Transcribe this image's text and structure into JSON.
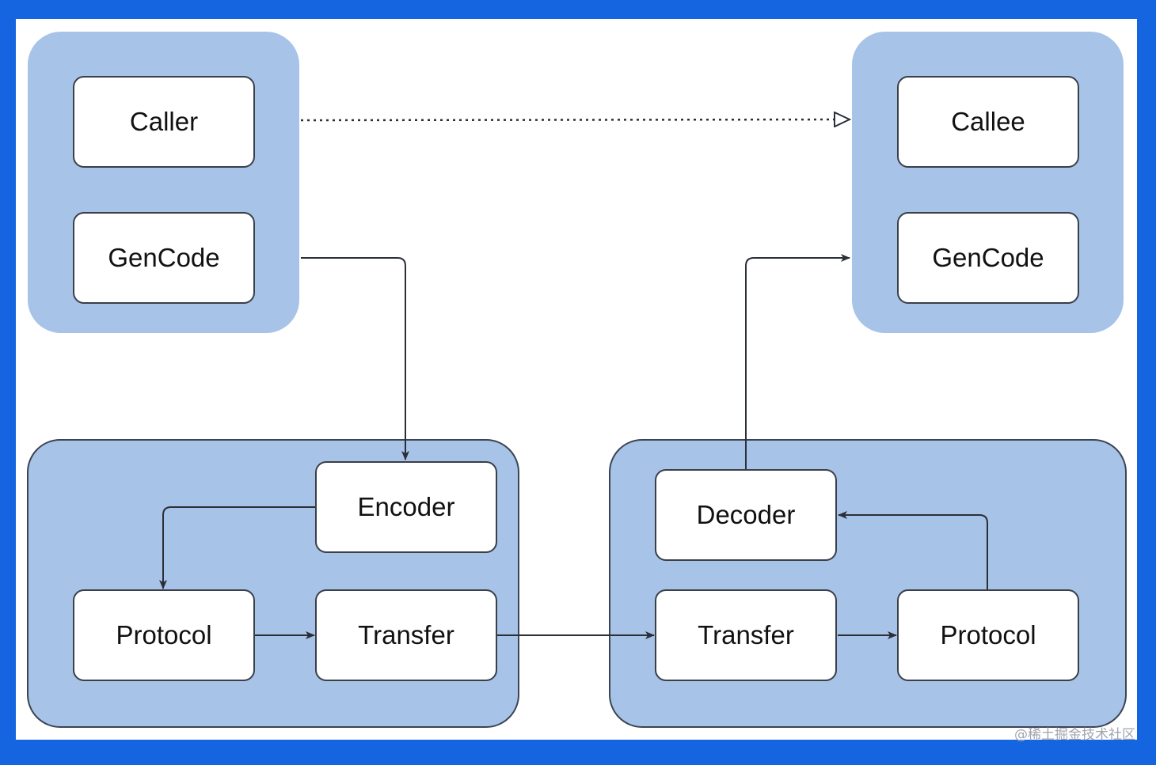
{
  "groups": {
    "caller_side": {
      "caller": "Caller",
      "gencode": "GenCode"
    },
    "callee_side": {
      "callee": "Callee",
      "gencode": "GenCode"
    },
    "client_stack": {
      "encoder": "Encoder",
      "protocol": "Protocol",
      "transfer": "Transfer"
    },
    "server_stack": {
      "decoder": "Decoder",
      "transfer": "Transfer",
      "protocol": "Protocol"
    }
  },
  "edges": [
    {
      "from": "Caller",
      "to": "Callee",
      "style": "dotted"
    },
    {
      "from": "GenCode (caller)",
      "to": "Encoder",
      "style": "solid"
    },
    {
      "from": "Encoder",
      "to": "Protocol (client)",
      "style": "solid"
    },
    {
      "from": "Protocol (client)",
      "to": "Transfer (client)",
      "style": "solid"
    },
    {
      "from": "Transfer (client)",
      "to": "Transfer (server)",
      "style": "solid"
    },
    {
      "from": "Transfer (server)",
      "to": "Protocol (server)",
      "style": "solid"
    },
    {
      "from": "Protocol (server)",
      "to": "Decoder",
      "style": "solid"
    },
    {
      "from": "Decoder",
      "to": "GenCode (callee)",
      "style": "solid"
    }
  ],
  "colors": {
    "background": "#1565e0",
    "group_fill": "#a7c3e8",
    "node_fill": "#ffffff",
    "edge": "#2b2f36"
  },
  "watermark": "@稀土掘金技术社区"
}
